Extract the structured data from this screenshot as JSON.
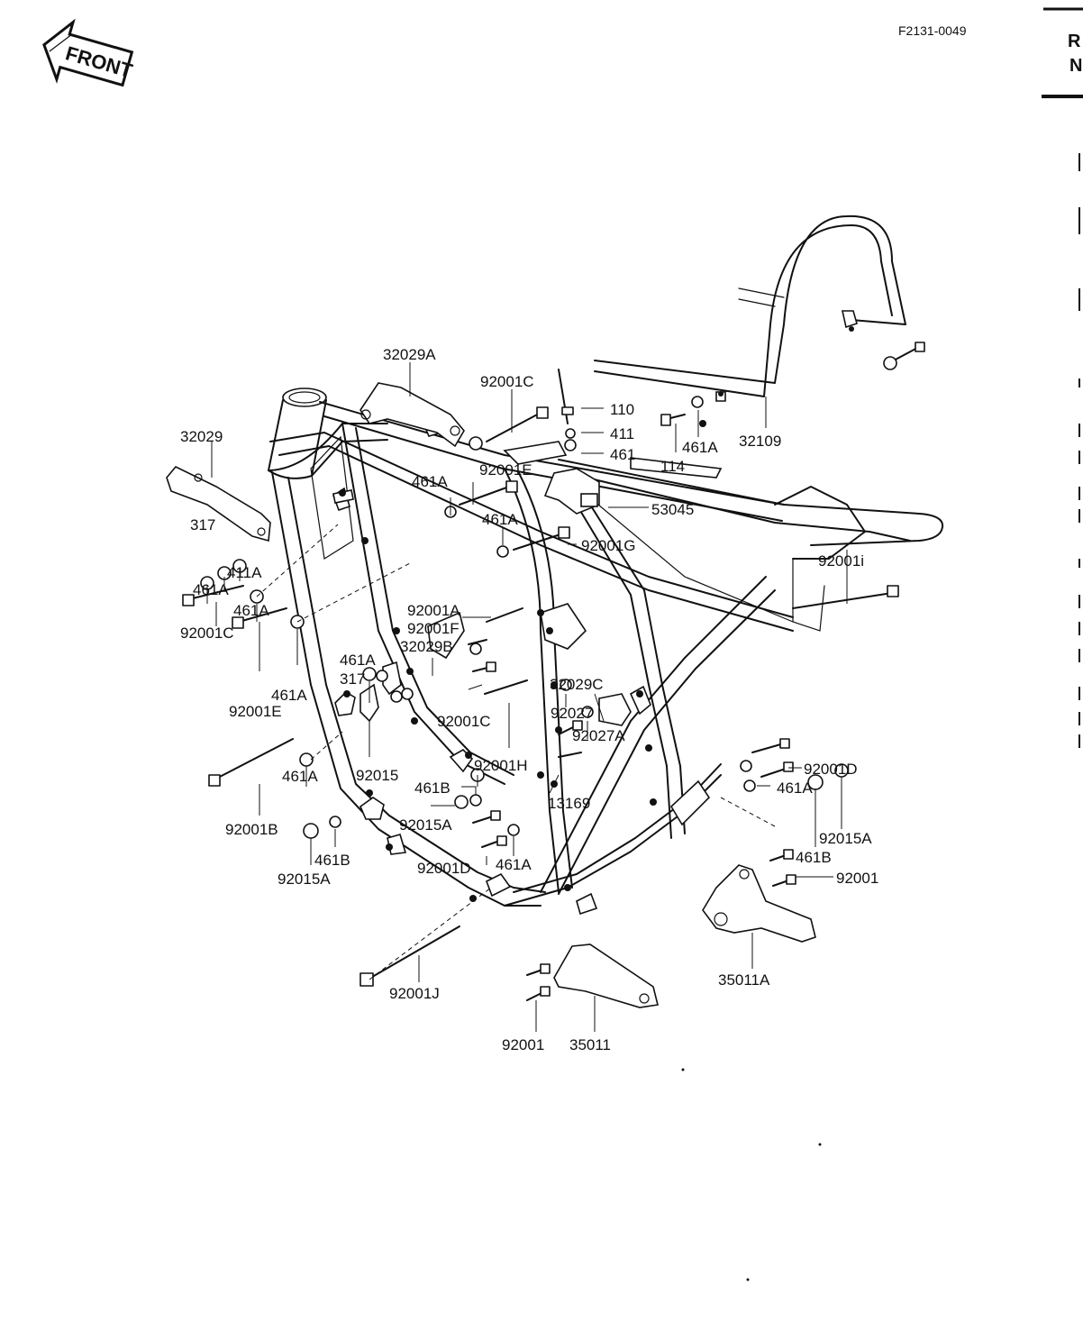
{
  "header": {
    "front_badge": "FRONT",
    "figure_code": "F2131-0049",
    "edge_letters": [
      "R",
      "N"
    ]
  },
  "parts": {
    "p32029A": "32029A",
    "p92001C_top": "92001C",
    "p110": "110",
    "p411": "411",
    "p461": "461",
    "p461A_top": "461A",
    "p114": "114",
    "p32109": "32109",
    "p32029": "32029",
    "p92001E_top": "92001E",
    "p461A_a": "461A",
    "p53045": "53045",
    "p461A_b": "461A",
    "p92001G": "92001G",
    "p317_top": "317",
    "p411A": "411A",
    "p461A_c": "461A",
    "p92001i": "92001i",
    "p461A_d": "461A",
    "p92001C_left": "92001C",
    "p92001A": "92001A",
    "p92001F": "92001F",
    "p32029B": "32029B",
    "p461A_e": "461A",
    "p317_mid": "317",
    "p32029C": "32029C",
    "p92001E_left": "92001E",
    "p461A_f": "461A",
    "p92001C_mid": "92001C",
    "p92027": "92027",
    "p92027A": "92027A",
    "p92015": "92015",
    "p92001H": "92001H",
    "p92001D_right": "92001D",
    "p461A_g": "461A",
    "p461B_mid": "461B",
    "p461A_h": "461A",
    "p13169": "13169",
    "p92001B": "92001B",
    "p92015A_mid": "92015A",
    "p92015A_right": "92015A",
    "p461B_right": "461B",
    "p461B_left": "461B",
    "p92001D_mid": "92001D",
    "p461A_i": "461A",
    "p92015A_left": "92015A",
    "p92001_right": "92001",
    "p35011A": "35011A",
    "p92001J": "92001J",
    "p92001_bottom": "92001",
    "p35011": "35011"
  },
  "colors": {
    "ink": "#111111",
    "paper": "#ffffff"
  },
  "icons": [
    "front-arrow-icon"
  ]
}
